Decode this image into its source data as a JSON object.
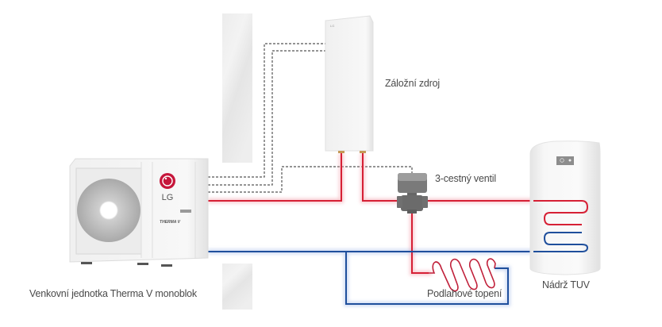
{
  "diagram": {
    "type": "heating-system-schematic",
    "colors": {
      "hot_pipe": "#d62035",
      "cold_pipe": "#1f4f9c",
      "signal_wire": "#555555",
      "unit_body": "#f6f6f6",
      "valve_body": "#6b6b6b",
      "lg_brand": "#c6163b",
      "label_text": "#4a4a4a"
    },
    "components": {
      "outdoor_unit": {
        "label": "Venkovní jednotka Therma V monoblok",
        "brand": "LG",
        "product_badge": "THERMA V"
      },
      "indoor_unit": {
        "label": "Záložní zdroj",
        "brand": "LG"
      },
      "three_way_valve": {
        "label": "3-cestný ventil"
      },
      "hot_water_tank": {
        "label": "Nádrž TUV"
      },
      "floor_heating": {
        "label": "Podlahové topení"
      }
    },
    "connections": [
      {
        "from": "outdoor_unit",
        "to": "indoor_unit",
        "kind": "signal-wire"
      },
      {
        "from": "outdoor_unit",
        "to": "indoor_unit",
        "kind": "signal-wire"
      },
      {
        "from": "outdoor_unit",
        "to": "three_way_valve",
        "kind": "signal-wire"
      },
      {
        "from": "outdoor_unit",
        "to": "indoor_unit",
        "kind": "hot-pipe"
      },
      {
        "from": "indoor_unit",
        "to": "three_way_valve",
        "kind": "hot-pipe"
      },
      {
        "from": "three_way_valve",
        "to": "hot_water_tank",
        "kind": "hot-pipe"
      },
      {
        "from": "three_way_valve",
        "to": "floor_heating",
        "kind": "hot-pipe"
      },
      {
        "from": "floor_heating",
        "to": "outdoor_unit",
        "kind": "cold-pipe"
      },
      {
        "from": "hot_water_tank",
        "to": "outdoor_unit",
        "kind": "cold-pipe"
      }
    ]
  }
}
